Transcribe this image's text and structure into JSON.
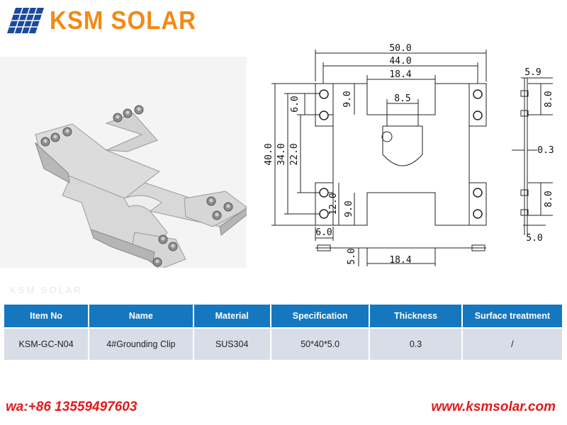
{
  "brand": {
    "name": "KSM SOLAR",
    "logo_icon": "solar-panel-icon",
    "text_color": "#f28a16"
  },
  "product_photo": {
    "subject": "grounding-clip-3d-render-icon"
  },
  "drawing": {
    "dims": {
      "overall_width": "50.0",
      "inner_width": "44.0",
      "center_width": "18.4",
      "slot_width": "8.5",
      "top_hole_spacing": "9.0",
      "left_top_offset": "6.0",
      "overall_height": "40.0",
      "mid_height": "34.0",
      "inner_height": "22.0",
      "bottom_offset_a": "12.0",
      "bottom_offset_b": "9.0",
      "left_hole_offset": "6.0",
      "side_top": "5.9",
      "side_upper": "8.0",
      "thickness": "0.3",
      "side_lower": "8.0",
      "side_bottom": "5.0",
      "front_height": "5.0",
      "front_width": "18.4"
    }
  },
  "watermark": "KSM SOLAR",
  "table": {
    "headers": [
      "Item No",
      "Name",
      "Material",
      "Specification",
      "Thickness",
      "Surface treatment"
    ],
    "row": [
      "KSM-GC-N04",
      "4#Grounding Clip",
      "SUS304",
      "50*40*5.0",
      "0.3",
      "/"
    ],
    "header_color": "#1577bf"
  },
  "footer": {
    "whatsapp": "wa:+86 13559497603",
    "website": "www.ksmsolar.com",
    "color": "#e11a1a"
  }
}
